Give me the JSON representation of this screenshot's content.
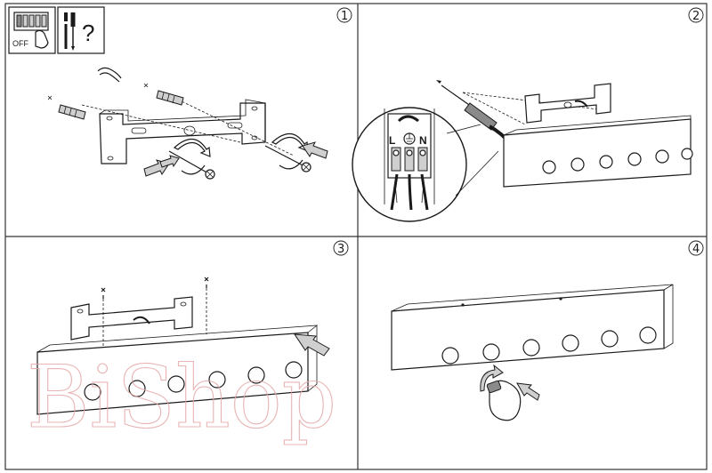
{
  "header_icons": {
    "power_off_label": "OFF",
    "tools_question_mark": "?"
  },
  "steps": [
    {
      "number": "1"
    },
    {
      "number": "2",
      "terminal_labels": [
        "L",
        "N"
      ]
    },
    {
      "number": "3"
    },
    {
      "number": "4"
    }
  ],
  "watermark": {
    "text": "BiShop",
    "color": "#e4a7a7"
  },
  "colors": {
    "line": "#1a1a1a",
    "frame": "#333333",
    "background": "#ffffff"
  }
}
